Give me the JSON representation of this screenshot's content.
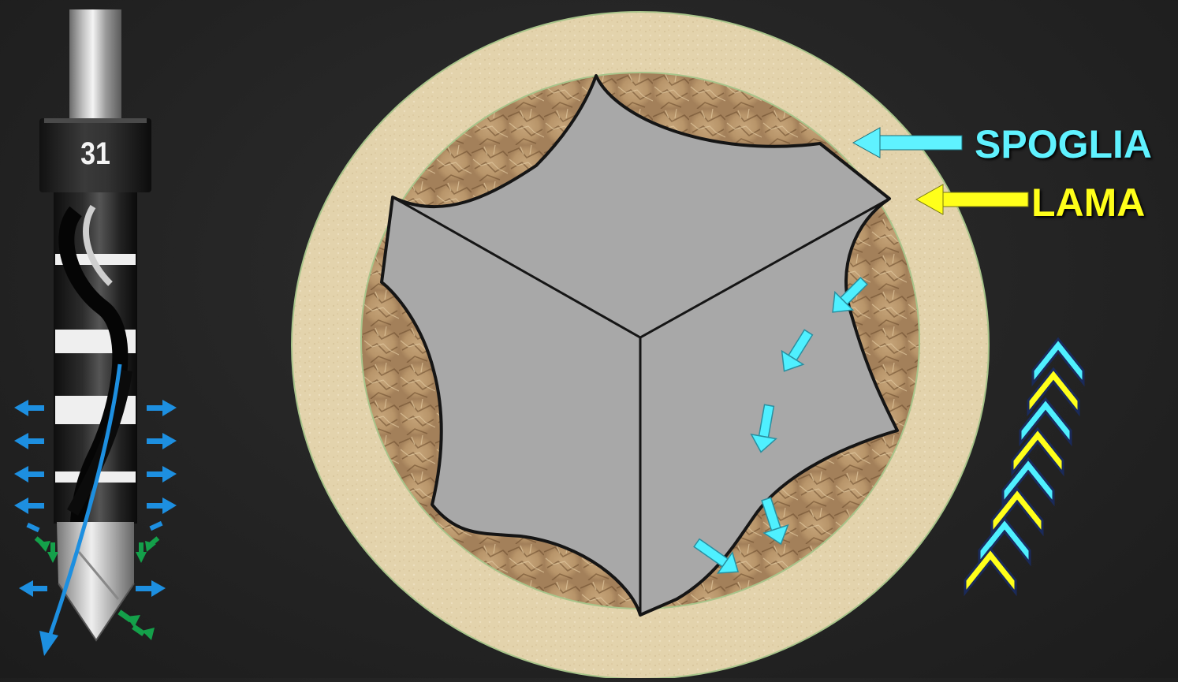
{
  "drill": {
    "size_label": "31"
  },
  "labels": {
    "spoglia": "SPOGLIA",
    "lama": "LAMA"
  },
  "colors": {
    "background": "#262626",
    "spoglia": "#5ff2ff",
    "lama": "#ffff1a",
    "flow_arrows": "#4ff0ff",
    "drill_blue_arrows": "#1d8fe0",
    "drill_green_arrows": "#14a04a",
    "cutter_face": "#a7a7a7",
    "bone_ring": "#e8d9b6"
  },
  "icons": {
    "spoglia_pointer": "arrow-left-icon",
    "lama_pointer": "arrow-left-icon",
    "rotation": "chevron-up-icon"
  }
}
